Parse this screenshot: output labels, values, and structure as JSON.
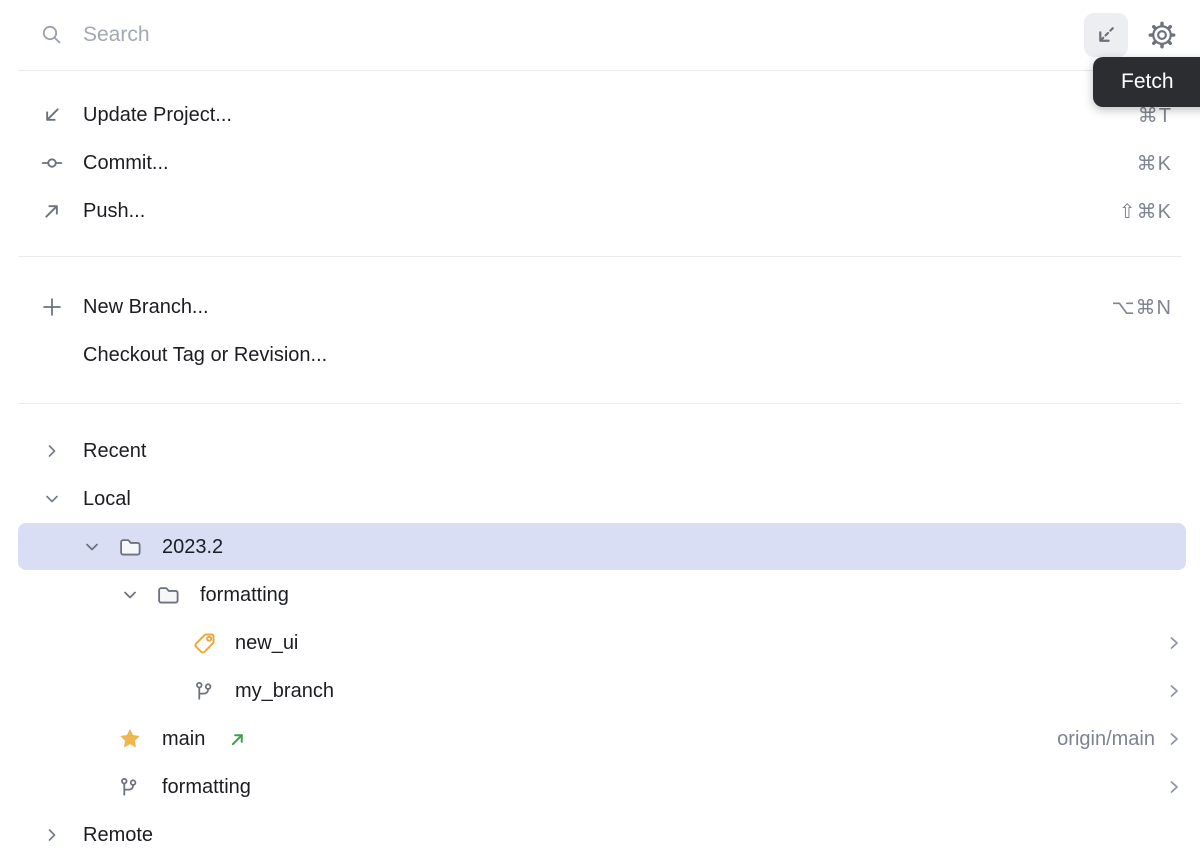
{
  "search": {
    "placeholder": "Search"
  },
  "toolbar": {
    "fetch_tooltip": "Fetch",
    "icons": {
      "fetch": "fetch-arrow-dashed",
      "settings": "gear"
    }
  },
  "actions": [
    {
      "label": "Update Project...",
      "shortcut": "⌘T",
      "icon": "update-arrow-down-left"
    },
    {
      "label": "Commit...",
      "shortcut": "⌘K",
      "icon": "commit-node"
    },
    {
      "label": "Push...",
      "shortcut": "⇧⌘K",
      "icon": "push-arrow-up-right"
    }
  ],
  "branch_ops": [
    {
      "label": "New Branch...",
      "shortcut": "⌥⌘N",
      "icon": "plus"
    },
    {
      "label": "Checkout Tag or Revision...",
      "shortcut": "",
      "icon": "none"
    }
  ],
  "tree": {
    "rows": [
      {
        "label": "Recent",
        "depth": 1,
        "state": "collapsed",
        "icon": "chevron-right"
      },
      {
        "label": "Local",
        "depth": 1,
        "state": "expanded",
        "icon": "chevron-down"
      },
      {
        "label": "2023.2",
        "depth": 2,
        "state": "expanded",
        "icon": "folder",
        "selected": true
      },
      {
        "label": "formatting",
        "depth": 3,
        "state": "expanded",
        "icon": "folder"
      },
      {
        "label": "new_ui",
        "depth": 4,
        "icon": "tag",
        "has_submenu": true
      },
      {
        "label": "my_branch",
        "depth": 4,
        "icon": "git-branch",
        "has_submenu": true
      },
      {
        "label": "main",
        "depth": 2,
        "icon": "star-favorite",
        "outgoing": true,
        "tracking": "origin/main",
        "has_submenu": true
      },
      {
        "label": "formatting",
        "depth": 2,
        "icon": "git-branch",
        "has_submenu": true
      },
      {
        "label": "Remote",
        "depth": 1,
        "state": "collapsed",
        "icon": "chevron-right"
      }
    ]
  },
  "colors": {
    "selection_background": "#d9def5",
    "tooltip_background": "#2b2d31",
    "tooltip_text": "#ffffff",
    "icon_gray": "#6c717e",
    "muted_text": "#7f8592",
    "tag_orange": "#eda53c",
    "star_gold": "#eeb64f",
    "outgoing_green": "#3f9f47",
    "hover_button_background": "#edeef2"
  }
}
